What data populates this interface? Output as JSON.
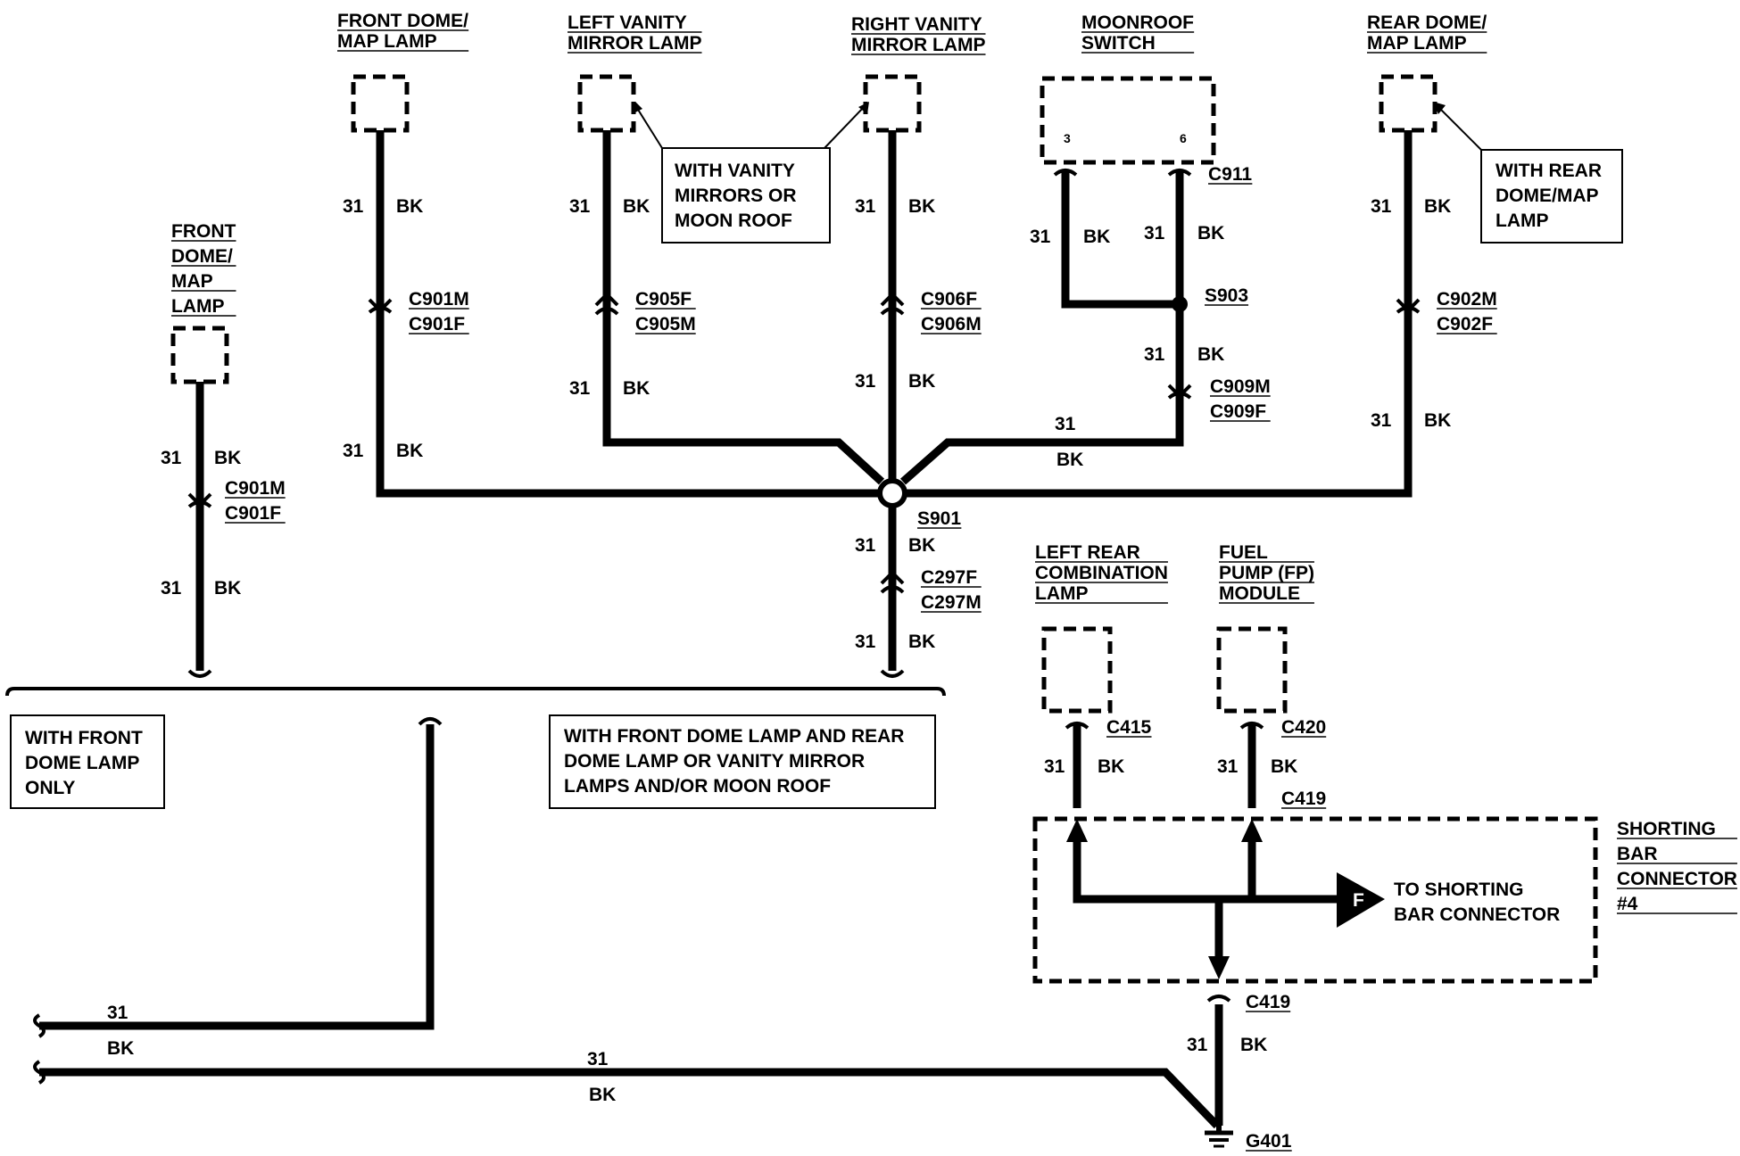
{
  "wire": {
    "circuit": "31",
    "color": "BK"
  },
  "components": {
    "front_dome_top": "FRONT DOME/\nMAP LAMP",
    "left_vanity": "LEFT VANITY\nMIRROR LAMP",
    "right_vanity": "RIGHT VANITY\nMIRROR LAMP",
    "moonroof": "MOONROOF\nSWITCH",
    "moonroof_pin_3": "3",
    "moonroof_pin_6": "6",
    "rear_dome": "REAR DOME/\nMAP LAMP",
    "front_dome_left": "FRONT\nDOME/\nMAP\nLAMP",
    "left_rear_combo": "LEFT REAR\nCOMBINATION\nLAMP",
    "fuel_pump": "FUEL\nPUMP (FP)\nMODULE",
    "shorting_bar": "SHORTING\nBAR\nCONNECTOR\n#4"
  },
  "notes": {
    "vanity": "WITH VANITY\nMIRRORS OR\nMOON ROOF",
    "rear_dome": "WITH REAR\nDOME/MAP\nLAMP",
    "front_only": "WITH FRONT\nDOME LAMP\nONLY",
    "front_and_rear": "WITH FRONT DOME LAMP AND REAR\nDOME LAMP OR VANITY MIRROR\nLAMPS AND/OR MOON ROOF"
  },
  "connectors": {
    "c901": "C901M\nC901F",
    "c905": "C905F\nC905M",
    "c906": "C906F\nC906M",
    "c911": "C911",
    "s903": "S903",
    "c909": "C909M\nC909F",
    "c902": "C902M\nC902F",
    "s901": "S901",
    "c297": "C297F\nC297M",
    "c415": "C415",
    "c420": "C420",
    "c419_top": "C419",
    "c419_bottom": "C419",
    "g401": "G401"
  },
  "shorting_bar_ref": {
    "letter": "F",
    "text": "TO SHORTING\nBAR CONNECTOR"
  }
}
